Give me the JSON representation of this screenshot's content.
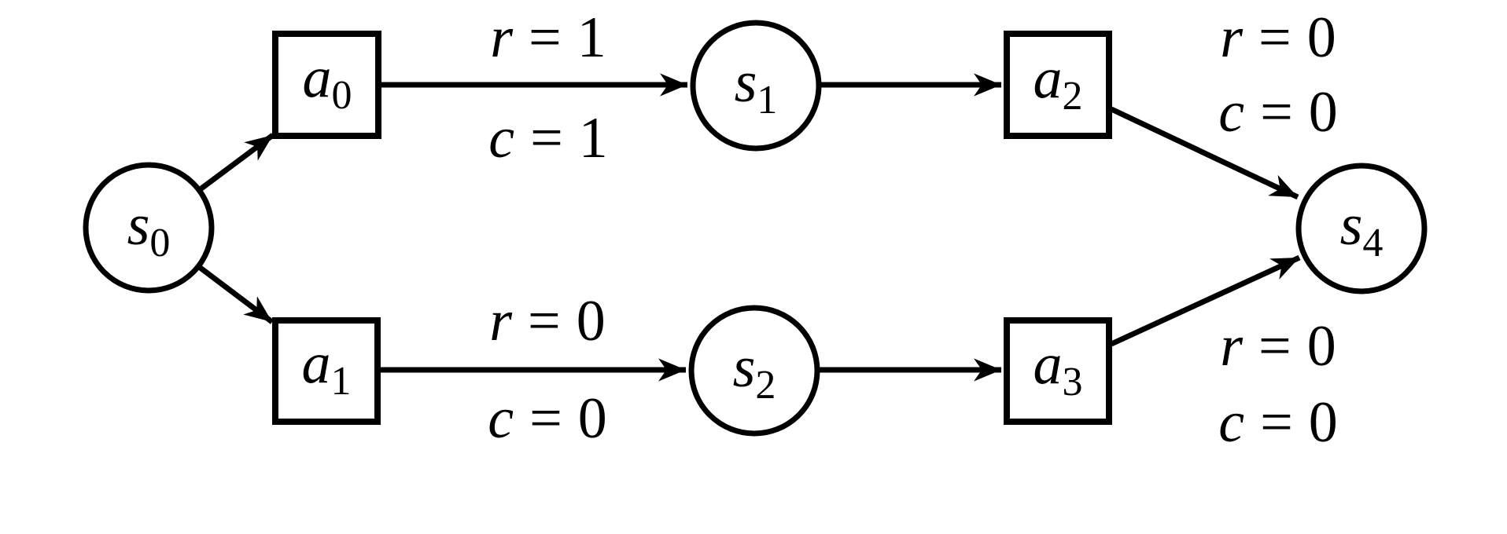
{
  "figure": {
    "kind": "state-action transition diagram",
    "colors": {
      "background": "#ffffff",
      "stroke": "#000000",
      "text": "#000000"
    }
  },
  "nodes": {
    "s0": {
      "base": "s",
      "sub": "0",
      "shape": "circle"
    },
    "a0": {
      "base": "a",
      "sub": "0",
      "shape": "square"
    },
    "a1": {
      "base": "a",
      "sub": "1",
      "shape": "square"
    },
    "s1": {
      "base": "s",
      "sub": "1",
      "shape": "circle"
    },
    "s2": {
      "base": "s",
      "sub": "2",
      "shape": "circle"
    },
    "a2": {
      "base": "a",
      "sub": "2",
      "shape": "square"
    },
    "a3": {
      "base": "a",
      "sub": "3",
      "shape": "square"
    },
    "s4": {
      "base": "s",
      "sub": "4",
      "shape": "circle"
    }
  },
  "edges": [
    {
      "from": "s0",
      "to": "a0"
    },
    {
      "from": "s0",
      "to": "a1"
    },
    {
      "from": "a0",
      "to": "s1"
    },
    {
      "from": "s1",
      "to": "a2"
    },
    {
      "from": "a2",
      "to": "s4"
    },
    {
      "from": "a1",
      "to": "s2"
    },
    {
      "from": "s2",
      "to": "a3"
    },
    {
      "from": "a3",
      "to": "s4"
    }
  ],
  "edge_labels": {
    "a0_s1": {
      "r": {
        "var": "r",
        "eq": "=",
        "val": "1"
      },
      "c": {
        "var": "c",
        "eq": "=",
        "val": "1"
      }
    },
    "a1_s2": {
      "r": {
        "var": "r",
        "eq": "=",
        "val": "0"
      },
      "c": {
        "var": "c",
        "eq": "=",
        "val": "0"
      }
    },
    "a2_s4": {
      "r": {
        "var": "r",
        "eq": "=",
        "val": "0"
      },
      "c": {
        "var": "c",
        "eq": "=",
        "val": "0"
      }
    },
    "a3_s4": {
      "r": {
        "var": "r",
        "eq": "=",
        "val": "0"
      },
      "c": {
        "var": "c",
        "eq": "=",
        "val": "0"
      }
    }
  }
}
